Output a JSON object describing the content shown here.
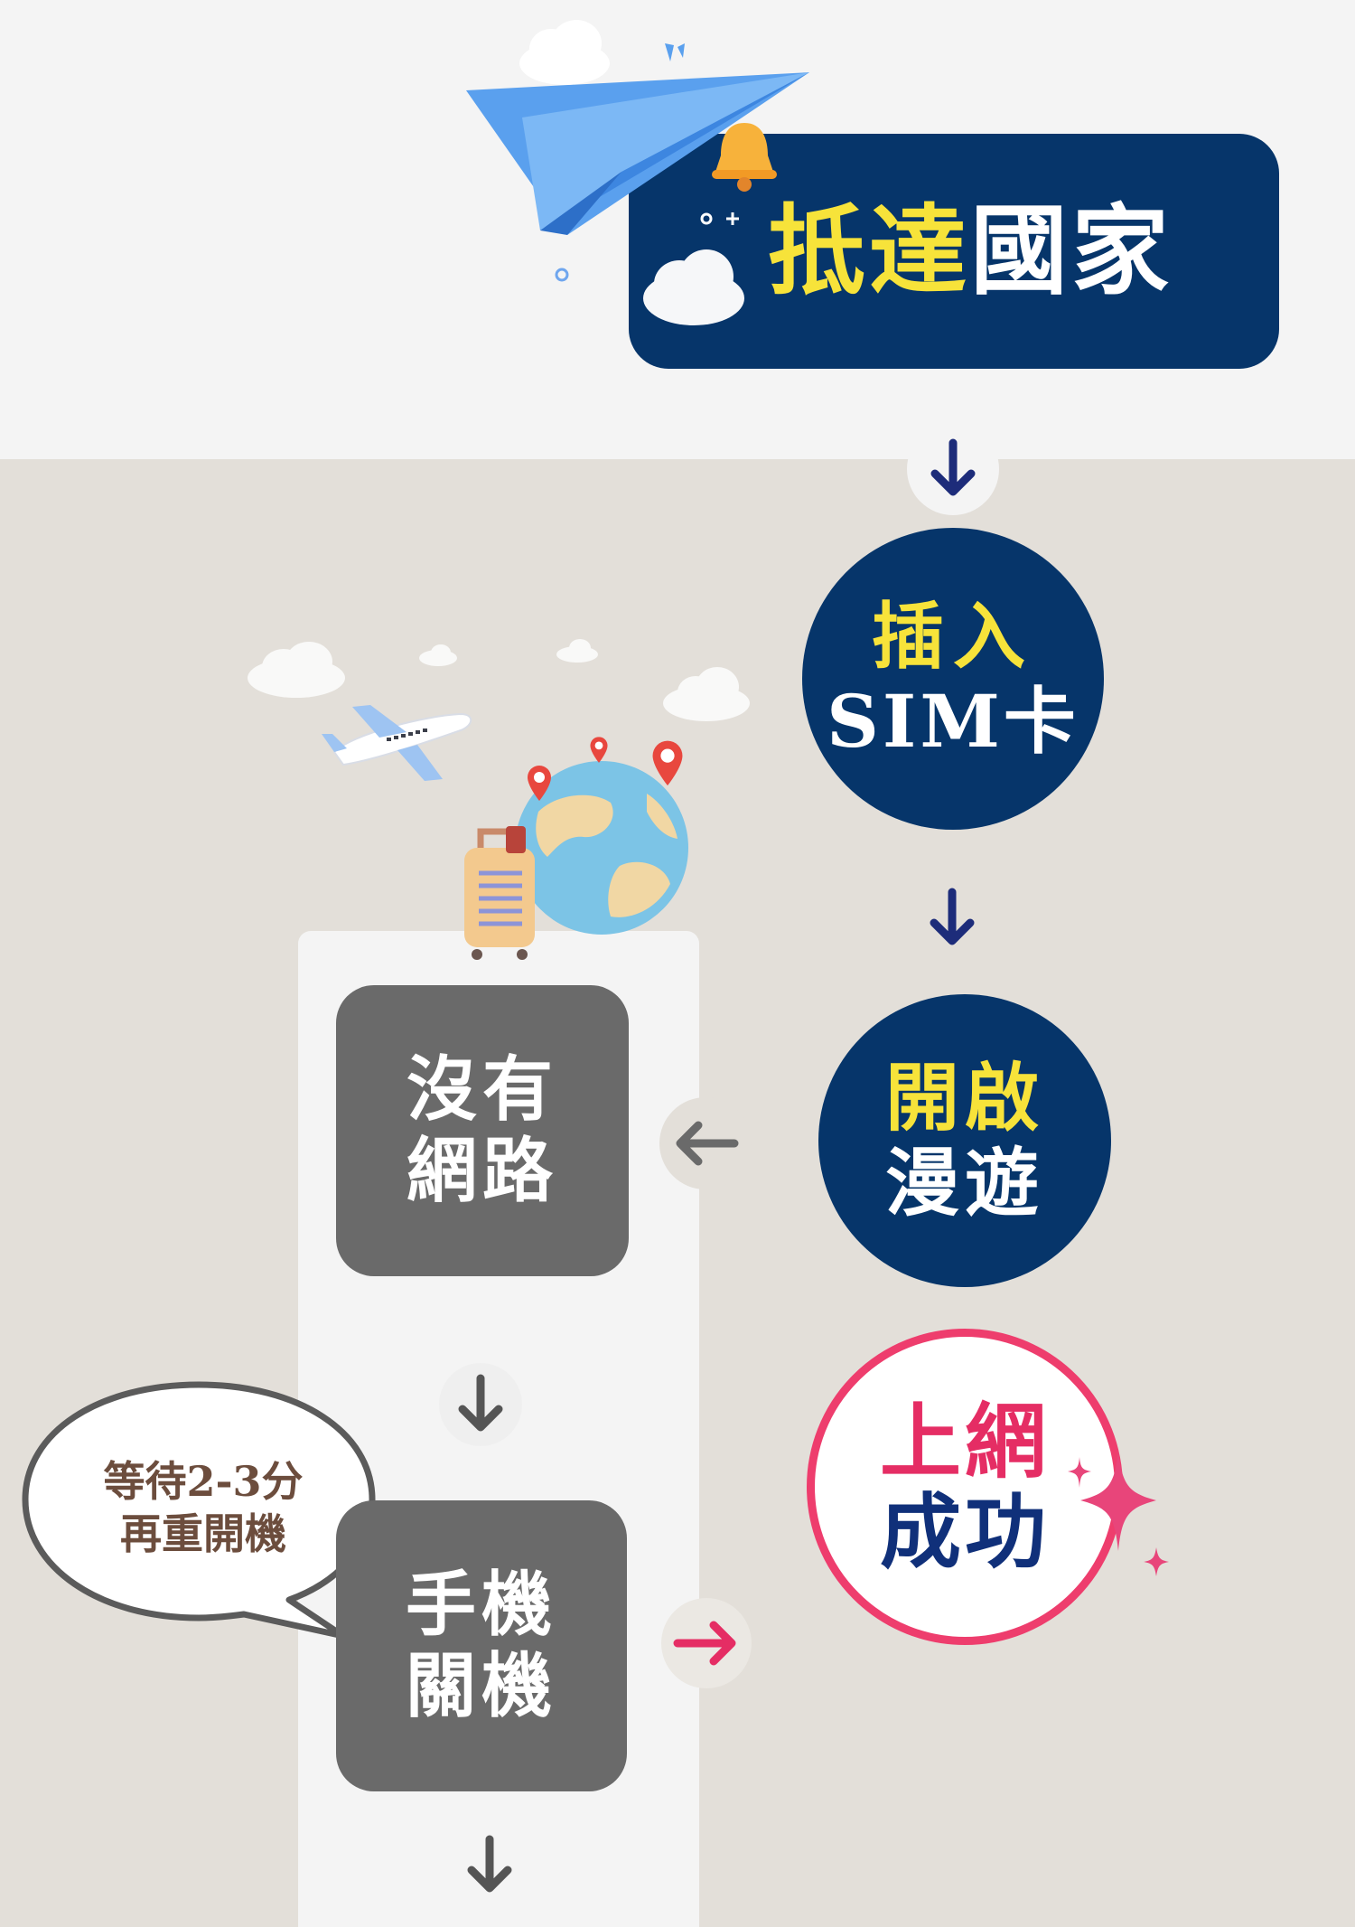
{
  "title": {
    "part1": "抵達",
    "part2": "國家"
  },
  "steps": {
    "insert_sim": {
      "line1": "插入",
      "line2": "SIM卡"
    },
    "roaming": {
      "line1": "開啟",
      "line2": "漫遊"
    },
    "no_network": {
      "line1": "沒有",
      "line2": "網路"
    },
    "power_off": {
      "line1": "手機",
      "line2": "關機"
    },
    "success": {
      "line1": "上網",
      "line2": "成功"
    }
  },
  "bubble": {
    "line1": "等待2-3分",
    "line2": "再重開機"
  },
  "colors": {
    "navy": "#06356a",
    "yellow": "#f7e33a",
    "gray": "#6a6a6a",
    "pink": "#ee3d6d",
    "success_text_navy": "#10307a"
  },
  "icons": [
    "paper-plane-icon",
    "bell-icon",
    "cloud-icon",
    "airplane-icon",
    "globe-icon",
    "map-pin-icon",
    "suitcase-icon",
    "sparkle-icon",
    "arrow-down-icon",
    "arrow-left-icon",
    "arrow-right-icon"
  ]
}
